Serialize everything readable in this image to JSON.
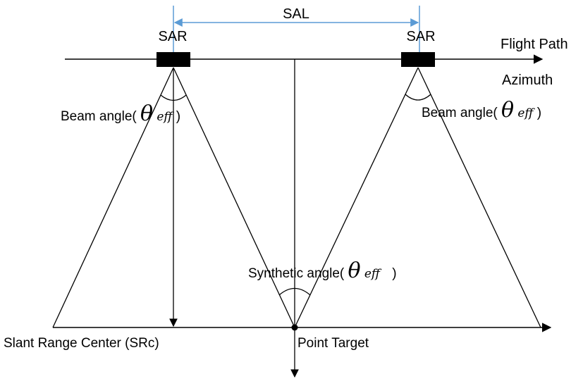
{
  "labels": {
    "sal": "SAL",
    "sar_left": "SAR",
    "sar_right": "SAR",
    "flight_path": "Flight Path",
    "azimuth": "Azimuth",
    "beam_angle_left_prefix": "Beam angle(",
    "beam_angle_right_prefix": "Beam angle(",
    "theta": "θ",
    "eff": "eff",
    "close_paren": ")",
    "synthetic_angle_prefix": "Synthetic angle(",
    "slant_range_center": "Slant Range Center (SRc)",
    "point_target": "Point Target"
  },
  "colors": {
    "line": "#000000",
    "sal_arrow": "#5b9bd5",
    "sar_block": "#000000"
  }
}
